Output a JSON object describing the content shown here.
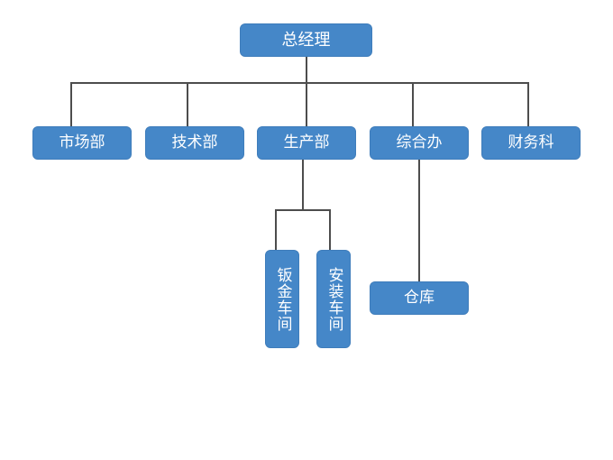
{
  "org_chart": {
    "root": "总经理",
    "departments": {
      "market": "市场部",
      "tech": "技术部",
      "production": "生产部",
      "admin": "综合办",
      "finance": "财务科"
    },
    "production_units": {
      "sheet_metal": "钣金车间",
      "assembly": "安装车间"
    },
    "admin_units": {
      "warehouse": "仓库"
    }
  },
  "colors": {
    "node_fill": "#4587c8",
    "node_text": "#ffffff",
    "connector": "#4d4d4d"
  }
}
